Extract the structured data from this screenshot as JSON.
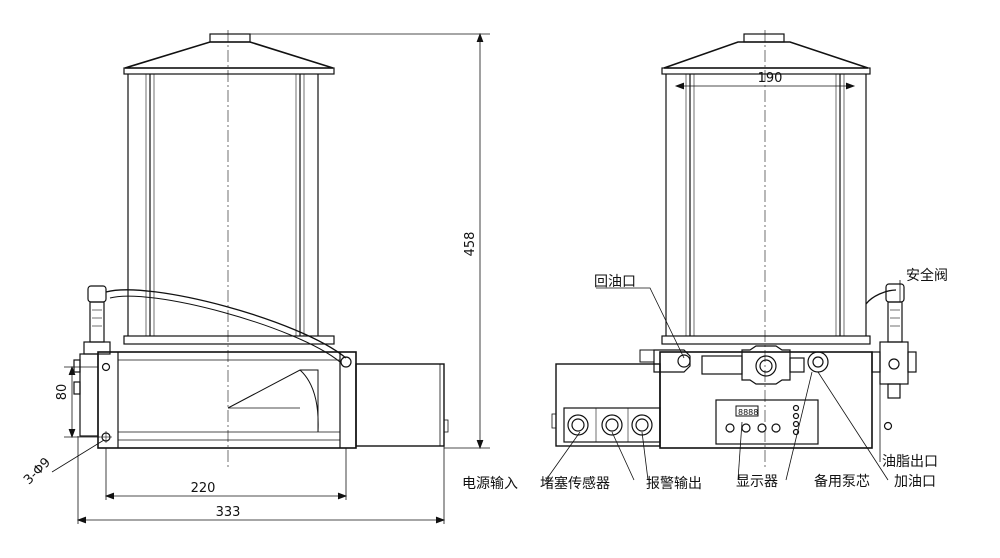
{
  "dimensions": {
    "total_height": "458",
    "bracket_height": "80",
    "base_width": "220",
    "total_width": "333",
    "top_width": "190",
    "holes": "3-Φ9"
  },
  "labels": {
    "return_port": "回油口",
    "safety_valve": "安全阀",
    "power_input": "电源输入",
    "blockage_sensor": "堵塞传感器",
    "alarm_output": "报警输出",
    "display": "显示器",
    "spare_pump": "备用泵芯",
    "fill_port": "加油口",
    "grease_outlet": "油脂出口"
  },
  "display_panel": {
    "readout": "8888"
  },
  "colors": {
    "line": "#111111",
    "background": "#ffffff"
  }
}
